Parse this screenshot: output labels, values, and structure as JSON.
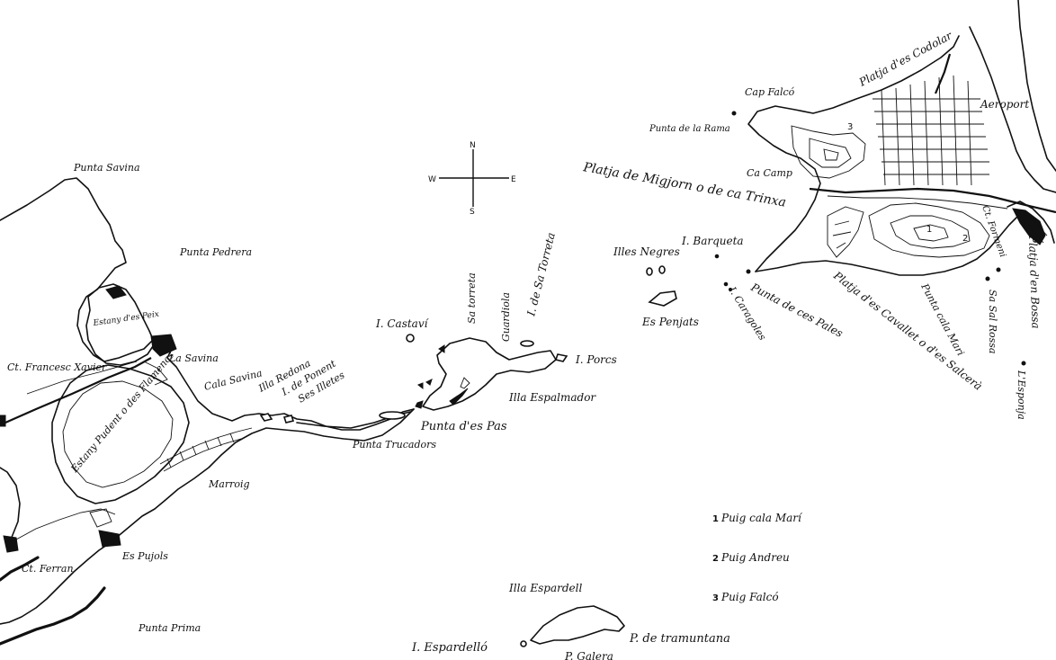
{
  "compass": {
    "north": "N",
    "south": "S",
    "east": "E",
    "west": "W"
  },
  "labels": {
    "punta_savina": "Punta Savina",
    "punta_pedrera": "Punta Pedrera",
    "estany_des_peix": "Estany d'es Peix",
    "la_savina": "La Savina",
    "ct_francesc_xavier": "Ct. Francesc Xavier",
    "cala_savina": "Cala Savina",
    "illa_redona": "Illa Redona",
    "i_de_ponent": "I. de Ponent",
    "ses_illetes": "Ses Illetes",
    "estany_pudent": "Estany Pudent o des Flamencs",
    "marroig": "Marroig",
    "es_pujols": "Es Pujols",
    "ct_ferran": "Ct. Ferran",
    "punta_prima": "Punta Prima",
    "i_castavi": "I. Castaví",
    "sa_torreta": "Sa torreta",
    "guardiola": "Guardiola",
    "i_de_sa_torreta": "I. de Sa Torreta",
    "i_porcs": "I. Porcs",
    "illa_espalmador": "Illa Espalmador",
    "punta_des_pas": "Punta d'es Pas",
    "punta_trucadors": "Punta Trucadors",
    "illes_negres": "Illes Negres",
    "es_penjats": "Es Penjats",
    "i_barqueta": "I. Barqueta",
    "i_caragoles": "I. Caragoles",
    "punta_des_pales": "Punta de ces Pales",
    "platja_cavallet": "Platja d'es Cavallet o d'es Salcerà",
    "platja_migjorn": "Platja de Migjorn o de ca Trinxa",
    "ca_camp": "Ca Camp",
    "punta_rama": "Punta de la Rama",
    "cap_falco": "Cap Falcó",
    "platja_codolar": "Platja d'es Codolar",
    "aeroport": "Aeroport",
    "ct_sa_caleta": "Ct. Formeni",
    "punta_cala_mari": "Punta cala Mari",
    "sa_sal_rossa": "Sa Sal Rossa",
    "platja_bossa": "Platja d'en Bossa",
    "l_esponja": "L'Esponja",
    "illa_espardell": "Illa Espardell",
    "i_espardello": "I. Espardelló",
    "p_tramuntana": "P. de tramuntana",
    "p_galera": "P. Galera"
  },
  "legend": [
    {
      "num": "1",
      "name": "Puig cala Marí"
    },
    {
      "num": "2",
      "name": "Puig Andreu"
    },
    {
      "num": "3",
      "name": "Puig Falcó"
    }
  ],
  "hill_marks": [
    "1",
    "2",
    "3"
  ]
}
